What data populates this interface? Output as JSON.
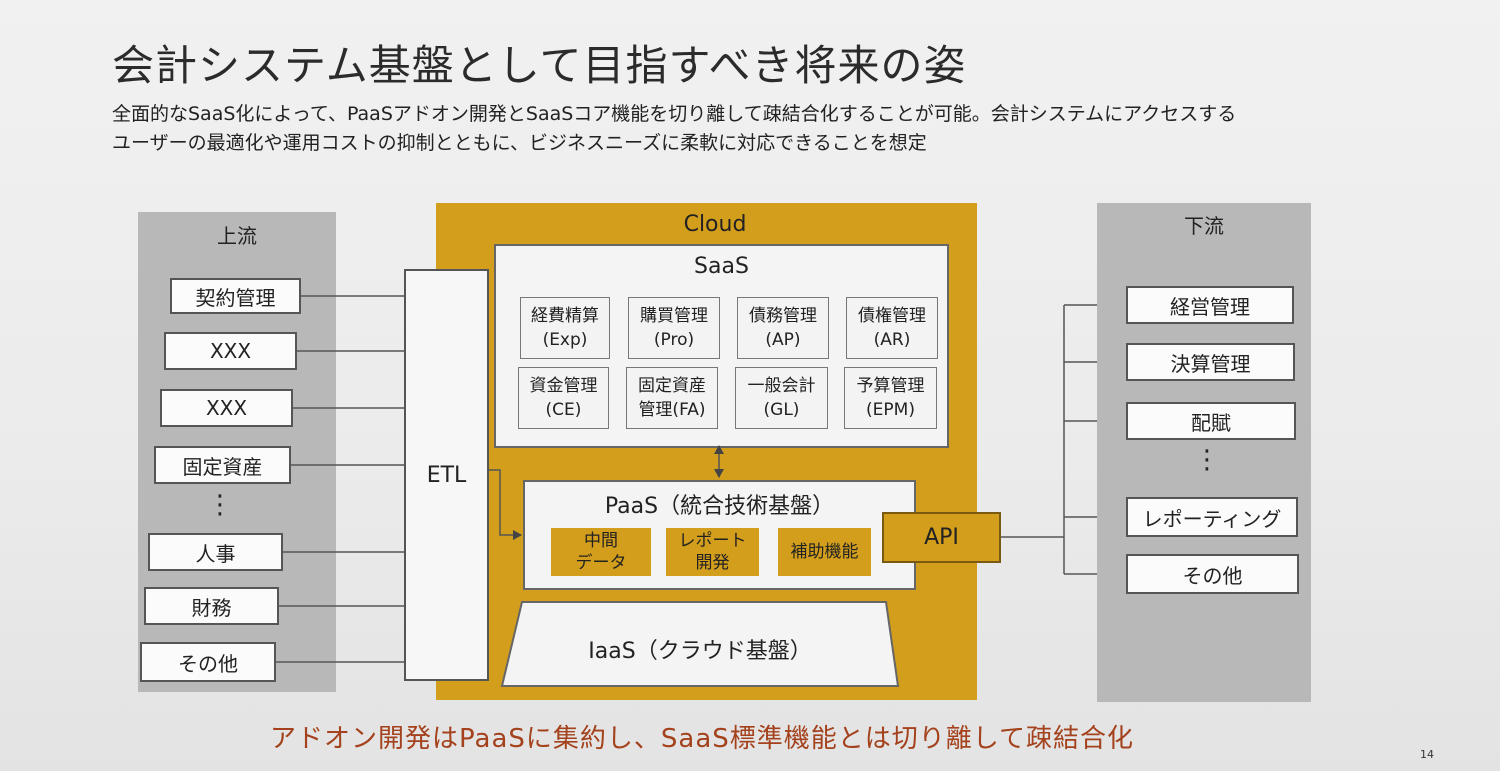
{
  "title": "会計システム基盤として目指すべき将来の姿",
  "description": [
    "全面的なSaaS化によって、PaaSアドオン開発とSaaSコア機能を切り離して疎結合化することが可能。会計システムにアクセスする",
    "ユーザーの最適化や運用コストの抑制とともに、ビジネスニーズに柔軟に対応できることを想定"
  ],
  "upstream": {
    "label": "上流",
    "items": [
      "契約管理",
      "XXX",
      "XXX",
      "固定資産",
      "人事",
      "財務",
      "その他"
    ],
    "ellipsis": "⋮"
  },
  "etl": "ETL",
  "cloud": {
    "label": "Cloud",
    "saas": {
      "label": "SaaS",
      "modules": [
        [
          "経費精算",
          "(Exp)"
        ],
        [
          "購買管理",
          "(Pro)"
        ],
        [
          "債務管理",
          "(AP)"
        ],
        [
          "債権管理",
          "(AR)"
        ],
        [
          "資金管理",
          "(CE)"
        ],
        [
          "固定資産",
          "管理(FA)"
        ],
        [
          "一般会計",
          "(GL)"
        ],
        [
          "予算管理",
          "(EPM)"
        ]
      ]
    },
    "paas": {
      "label": "PaaS（統合技術基盤）",
      "items": [
        [
          "中間",
          "データ"
        ],
        [
          "レポート",
          "開発"
        ],
        [
          "補助機能"
        ]
      ]
    },
    "iaas": "IaaS（クラウド基盤）"
  },
  "api": "API",
  "downstream": {
    "label": "下流",
    "items": [
      "経営管理",
      "決算管理",
      "配賦",
      "レポーティング",
      "その他"
    ],
    "ellipsis": "⋮"
  },
  "conclusion": "アドオン開発はPaaSに集約し、SaaS標準機能とは切り離して疎結合化",
  "page_number": "14",
  "colors": {
    "cloud": "#d39e1c",
    "column": "#b9b8b8",
    "conclusion": "#a3421c"
  }
}
